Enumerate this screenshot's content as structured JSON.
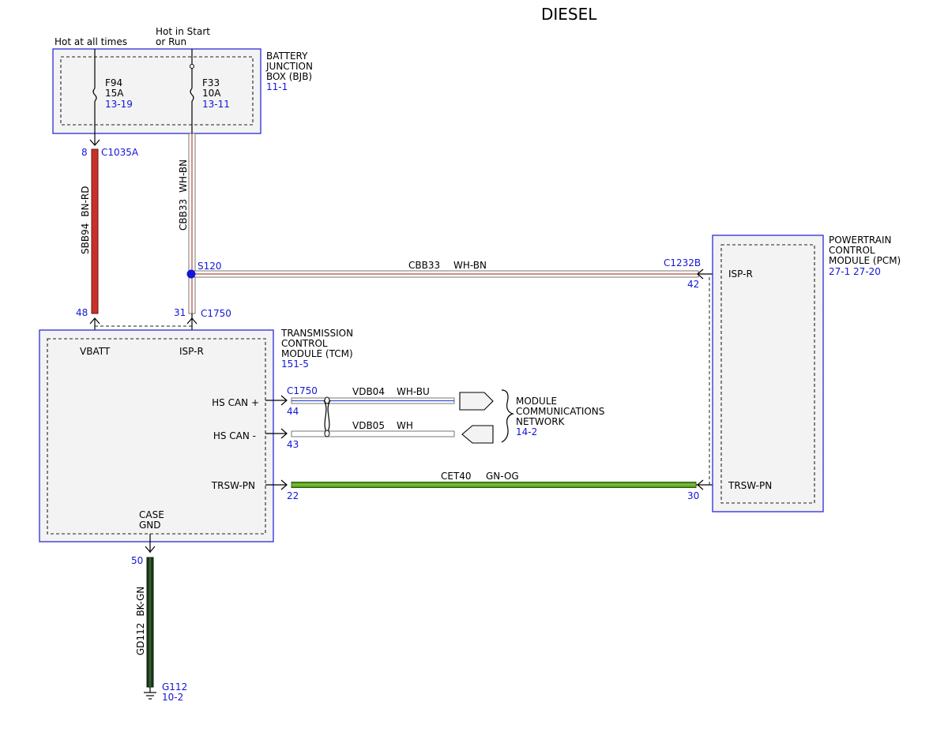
{
  "title": "DIESEL",
  "supply": {
    "hot_at_all_times": "Hot at all times",
    "hot_start_line1": "Hot in Start",
    "hot_start_line2": "or Run"
  },
  "bjb": {
    "name_lines": [
      "BATTERY",
      "JUNCTION",
      "BOX (BJB)"
    ],
    "ref": "11-1",
    "fuses": [
      {
        "id": "F94",
        "rating": "15A",
        "ref": "13-19"
      },
      {
        "id": "F33",
        "rating": "10A",
        "ref": "13-11"
      }
    ]
  },
  "wires": {
    "sbb94": {
      "circuit": "SBB94",
      "color": "BN-RD",
      "hex": "#c8312b"
    },
    "cbb33_vertical": {
      "circuit": "CBB33",
      "color": "WH-BN"
    },
    "cbb33_horizontal": {
      "circuit": "CBB33",
      "color": "WH-BN"
    },
    "vdb04": {
      "circuit": "VDB04",
      "color": "WH-BU"
    },
    "vdb05": {
      "circuit": "VDB05",
      "color": "WH"
    },
    "cet40": {
      "circuit": "CET40",
      "color": "GN-OG",
      "hex": "#5aa020"
    },
    "gd112": {
      "circuit": "GD112",
      "color": "BK-GN",
      "hex": "#1d3a1d"
    }
  },
  "connectors": {
    "c1035a": {
      "name": "C1035A",
      "pin": "8"
    },
    "splice": {
      "name": "S120"
    },
    "c1232b": {
      "name": "C1232B",
      "pin_isp": "42",
      "pin_trsw": "30"
    },
    "c1750": {
      "name": "C1750",
      "pin_vbatt": "48",
      "pin_ispr": "31",
      "pin_hscan_plus": "44",
      "pin_hscan_minus": "43",
      "pin_trsw": "22",
      "pin_case": "50"
    },
    "c1750_can": {
      "name": "C1750"
    }
  },
  "tcm": {
    "name_lines": [
      "TRANSMISSION",
      "CONTROL",
      "MODULE (TCM)"
    ],
    "ref": "151-5",
    "pins": {
      "vbatt": "VBATT",
      "ispr": "ISP-R",
      "hscan_plus": "HS CAN +",
      "hscan_minus": "HS CAN -",
      "trsw": "TRSW-PN",
      "case1": "CASE",
      "case2": "GND"
    }
  },
  "pcm": {
    "name_lines": [
      "POWERTRAIN",
      "CONTROL",
      "MODULE (PCM)"
    ],
    "ref": "27-1  27-20",
    "pins": {
      "ispr": "ISP-R",
      "trsw": "TRSW-PN"
    }
  },
  "network": {
    "name_lines": [
      "MODULE",
      "COMMUNICATIONS",
      "NETWORK"
    ],
    "ref": "14-2"
  },
  "ground": {
    "name": "G112",
    "ref": "10-2"
  }
}
